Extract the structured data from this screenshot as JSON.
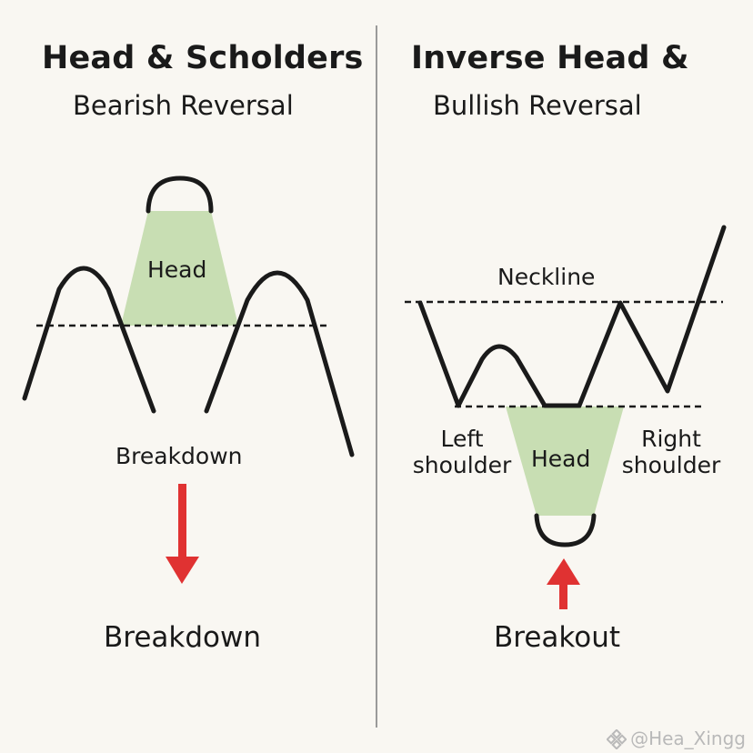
{
  "left": {
    "title": "Head & Scholders",
    "subtitle": "Bearish Reversal",
    "head_label": "Head",
    "breakdown_label": "Breakdown",
    "result_label": "Breakdown"
  },
  "right": {
    "title": "Inverse Head &",
    "subtitle": "Bullish Reversal",
    "neckline_label": "Neckline",
    "left_shoulder_label_1": "Left",
    "left_shoulder_label_2": "shoulder",
    "head_label": "Head",
    "right_shoulder_label_1": "Right",
    "right_shoulder_label_2": "shoulder",
    "result_label": "Breakout"
  },
  "watermark": "@Hea_Xingg",
  "colors": {
    "background": "#f9f7f2",
    "head_fill": "#c8deb3",
    "line": "#1a1a1a",
    "arrow": "#e03232",
    "divider": "#9a9a9a"
  }
}
